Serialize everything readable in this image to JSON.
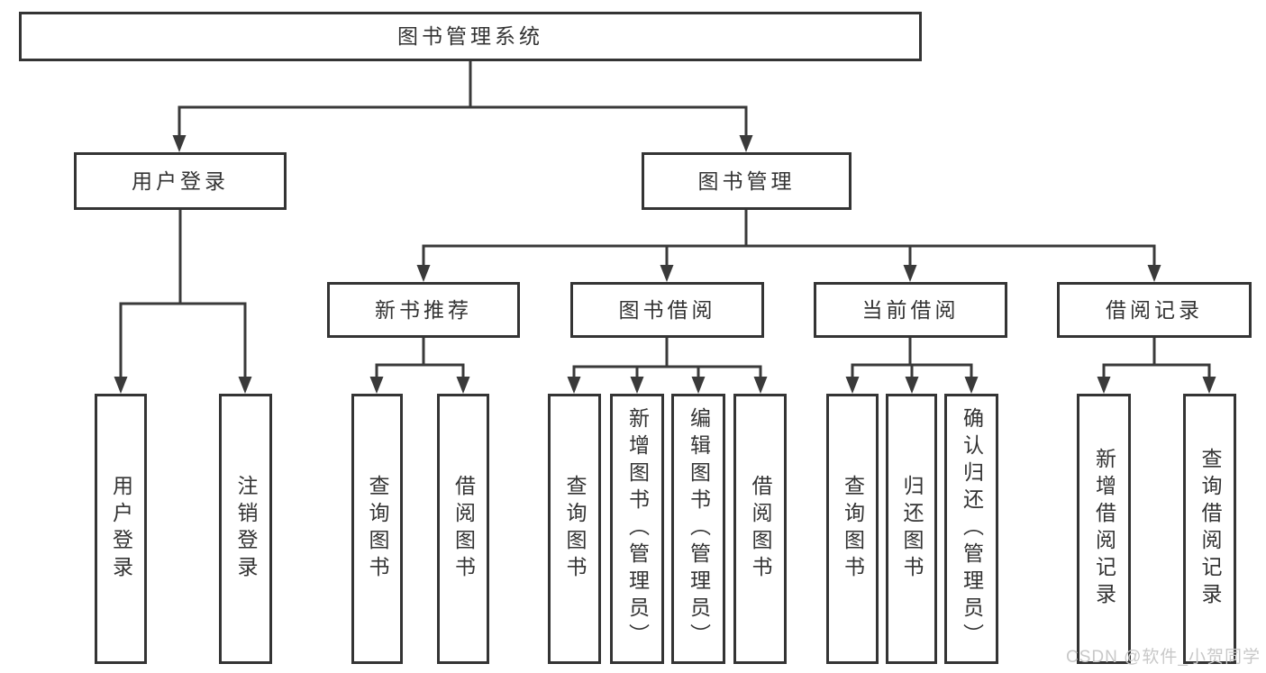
{
  "theme": {
    "background": "#ffffff",
    "line_color": "#3a3a3a",
    "border_color": "#343434",
    "text_color": "#333333",
    "watermark_color": "#c8c8c8"
  },
  "tree": {
    "root": {
      "label": "图书管理系统"
    },
    "level2": [
      {
        "label": "用户登录",
        "children": [
          {
            "label": "用户登录"
          },
          {
            "label": "注销登录"
          }
        ]
      },
      {
        "label": "图书管理",
        "children": [
          {
            "label": "新书推荐",
            "children": [
              {
                "label": "查询图书"
              },
              {
                "label": "借阅图书"
              }
            ]
          },
          {
            "label": "图书借阅",
            "children": [
              {
                "label": "查询图书"
              },
              {
                "label": "新增图书（管理员）"
              },
              {
                "label": "编辑图书（管理员）"
              },
              {
                "label": "借阅图书"
              }
            ]
          },
          {
            "label": "当前借阅",
            "children": [
              {
                "label": "查询图书"
              },
              {
                "label": "归还图书"
              },
              {
                "label": "确认归还（管理员）"
              }
            ]
          },
          {
            "label": "借阅记录",
            "children": [
              {
                "label": "新增借阅记录"
              },
              {
                "label": "查询借阅记录"
              }
            ]
          }
        ]
      }
    ]
  },
  "watermark": {
    "text": "CSDN @软件_小贺同学"
  }
}
